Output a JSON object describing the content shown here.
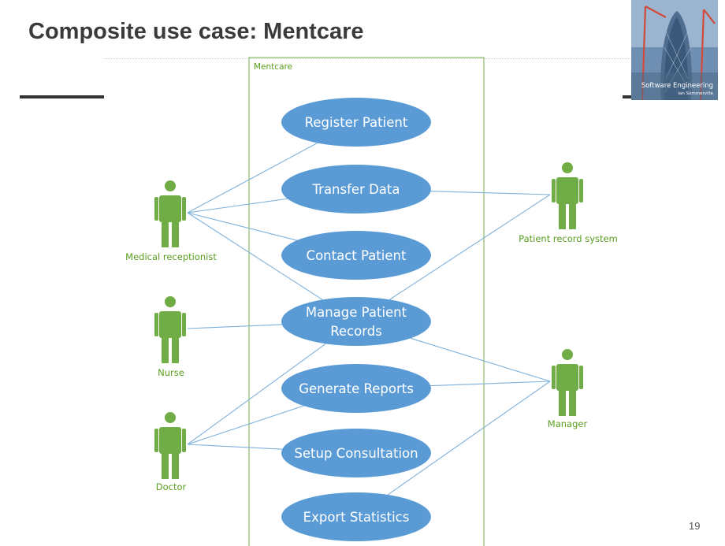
{
  "slide": {
    "title": "Composite use case: Mentcare",
    "page_number": "19"
  },
  "cover": {
    "title": "Software Engineering",
    "author": "Ian Sommerville"
  },
  "diagram": {
    "system_name": "Mentcare",
    "use_cases": [
      {
        "id": "register",
        "lines": [
          "Register Patient"
        ]
      },
      {
        "id": "transfer",
        "lines": [
          "Transfer Data"
        ]
      },
      {
        "id": "contact",
        "lines": [
          "Contact Patient"
        ]
      },
      {
        "id": "manage",
        "lines": [
          "Manage Patient",
          "Records"
        ]
      },
      {
        "id": "reports",
        "lines": [
          "Generate Reports"
        ]
      },
      {
        "id": "consult",
        "lines": [
          "Setup Consultation"
        ]
      },
      {
        "id": "export",
        "lines": [
          "Export Statistics"
        ]
      }
    ],
    "actors": [
      {
        "id": "receptionist",
        "label": "Medical receptionist"
      },
      {
        "id": "nurse",
        "label": "Nurse"
      },
      {
        "id": "doctor",
        "label": "Doctor"
      },
      {
        "id": "prs",
        "label": "Patient record system"
      },
      {
        "id": "manager",
        "label": "Manager"
      }
    ],
    "associations": [
      [
        "receptionist",
        "register"
      ],
      [
        "receptionist",
        "transfer"
      ],
      [
        "receptionist",
        "contact"
      ],
      [
        "receptionist",
        "manage"
      ],
      [
        "nurse",
        "manage"
      ],
      [
        "doctor",
        "manage"
      ],
      [
        "doctor",
        "reports"
      ],
      [
        "doctor",
        "consult"
      ],
      [
        "prs",
        "transfer"
      ],
      [
        "prs",
        "manage"
      ],
      [
        "manager",
        "manage"
      ],
      [
        "manager",
        "reports"
      ],
      [
        "manager",
        "export"
      ]
    ],
    "colors": {
      "use_case_fill": "#5b9bd5",
      "actor": "#70ad47",
      "association": "#7fb1db",
      "boundary": "#70ad47"
    }
  }
}
